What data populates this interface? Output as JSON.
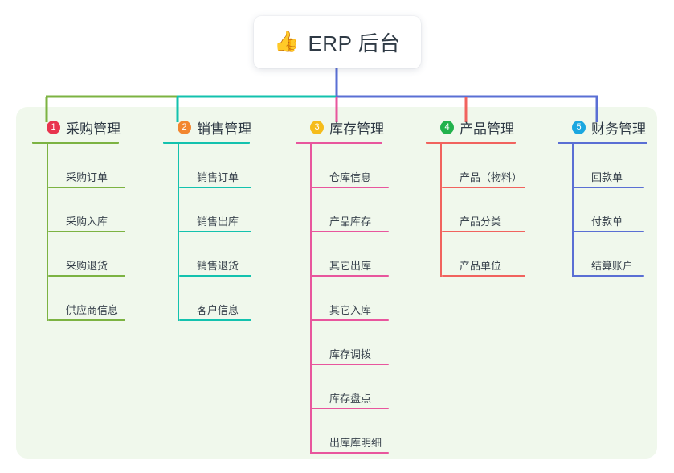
{
  "diagram": {
    "type": "mindmap-tree",
    "root": {
      "icon": "thumbs-up-icon",
      "icon_glyph": "👍",
      "title": "ERP 后台"
    },
    "panel_background": "#f0f8ec",
    "branches": [
      {
        "number": "1",
        "title": "采购管理",
        "badge_color": "#e8344e",
        "line_color": "#7cb342",
        "connector_color": "#7cb342",
        "items": [
          "采购订单",
          "采购入库",
          "采购退货",
          "供应商信息"
        ]
      },
      {
        "number": "2",
        "title": "销售管理",
        "badge_color": "#f2862f",
        "line_color": "#13c2ae",
        "connector_color": "#13c2ae",
        "items": [
          "销售订单",
          "销售出库",
          "销售退货",
          "客户信息"
        ]
      },
      {
        "number": "3",
        "title": "库存管理",
        "badge_color": "#f5bc1b",
        "line_color": "#e8569d",
        "connector_color": "#e8569d",
        "items": [
          "仓库信息",
          "产品库存",
          "其它出库",
          "其它入库",
          "库存调拨",
          "库存盘点",
          "出库库明细"
        ]
      },
      {
        "number": "4",
        "title": "产品管理",
        "badge_color": "#22b24c",
        "line_color": "#f1635e",
        "connector_color": "#f1635e",
        "items": [
          "产品（物料）",
          "产品分类",
          "产品单位"
        ]
      },
      {
        "number": "5",
        "title": "财务管理",
        "badge_color": "#1ba7e0",
        "line_color": "#5a6fd4",
        "connector_color": "#5a6fd4",
        "items": [
          "回款单",
          "付款单",
          "结算账户"
        ]
      }
    ],
    "root_stem_color": "#5a6fd4"
  }
}
